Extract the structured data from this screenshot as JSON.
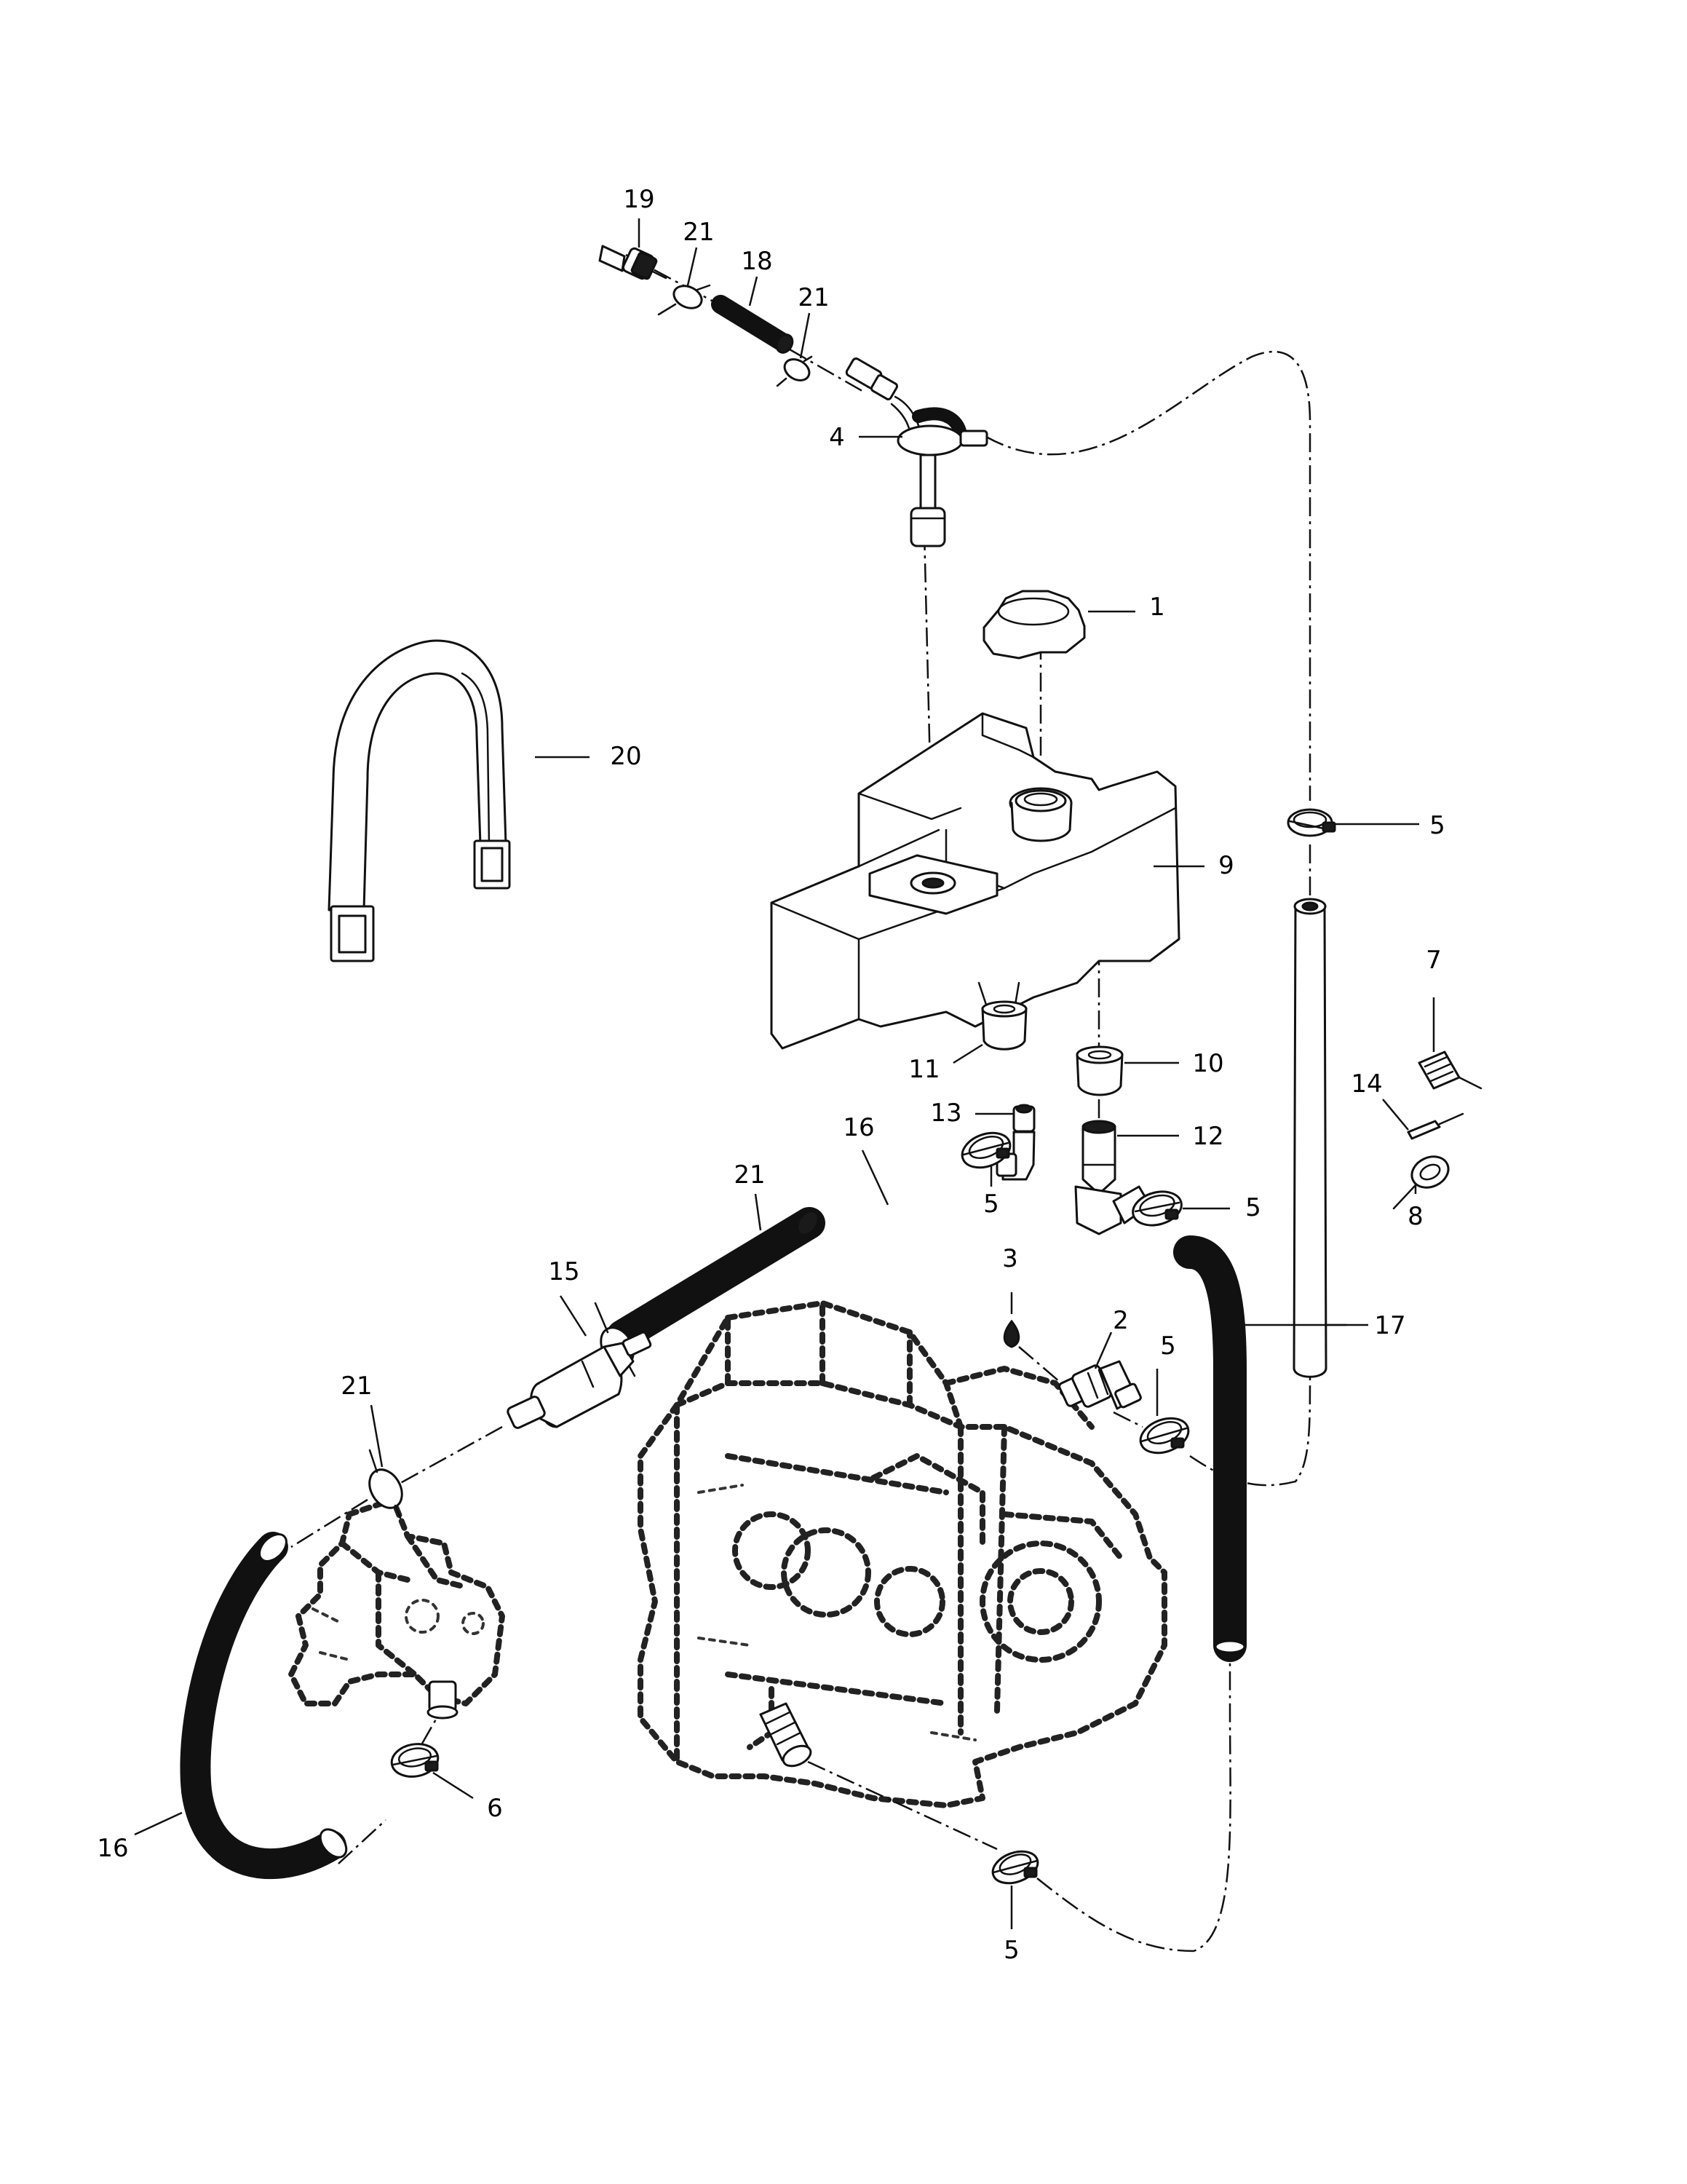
{
  "callouts": {
    "c1": "1",
    "c2": "2",
    "c3": "3",
    "c4": "4",
    "c5a": "5",
    "c5b": "5",
    "c5c": "5",
    "c5d": "5",
    "c5e": "5",
    "c6": "6",
    "c7": "7",
    "c8": "8",
    "c9": "9",
    "c10": "10",
    "c11": "11",
    "c12": "12",
    "c13": "13",
    "c14": "14",
    "c15": "15",
    "c16a": "16",
    "c16b": "16",
    "c17": "17",
    "c18": "18",
    "c19": "19",
    "c20": "20",
    "c21a": "21",
    "c21b": "21",
    "c21c": "21",
    "c21d": "21"
  }
}
